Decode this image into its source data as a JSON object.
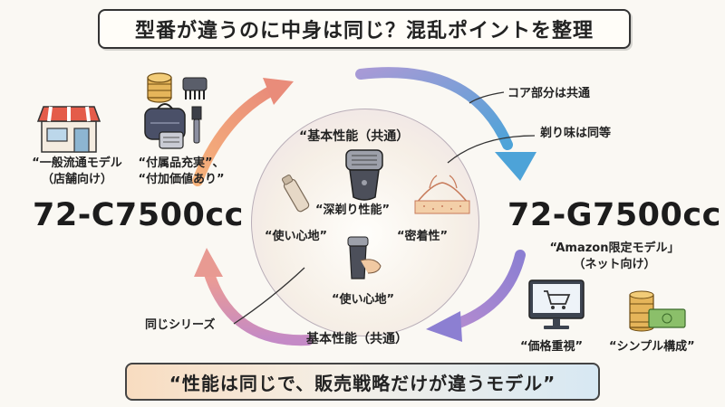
{
  "title": "型番が違うのに中身は同じ？混乱ポイントを整理",
  "bottom_message": "“性能は同じで、販売戦略だけが違うモデル”",
  "left": {
    "model": "72-C7500cc",
    "store_label_line1": "“一般流通モデル",
    "store_label_line2": "（店舗向け）",
    "accessory_label_line1": "“付属品充実”、",
    "accessory_label_line2": "“付加価値あり”"
  },
  "right": {
    "model": "72-G7500cc",
    "amazon_label_line1": "“Amazon限定モデル」",
    "amazon_label_line2": "（ネット向け）",
    "price_label": "“価格重視”",
    "simple_label": "“シンプル構成”"
  },
  "center": {
    "top_label": "“基本性能（共通）",
    "deep_shave_label": "“深剃り性能”",
    "ease_left_label": "“使い心地”",
    "contact_label": "“密着性”",
    "ease_bottom_label": "“使い心地”"
  },
  "annotations": {
    "core_common": "コア部分は共通",
    "shave_equal": "剃り味は同等",
    "same_series": "同じシリーズ",
    "basic_common": "基本性能（共通）"
  },
  "colors": {
    "arrow_orange": "#f0a070",
    "arrow_purple": "#9a8ed8",
    "arrow_blue": "#5aa6d6",
    "arrow_pink": "#d98cb0"
  },
  "icons": [
    "store-icon",
    "coins-icon",
    "trimmer-comb-icon",
    "pouch-icon",
    "cleaning-brush-icon",
    "shaver-head-icon",
    "shaver-icon",
    "handheld-shaver-icon",
    "skin-contact-icon",
    "shaver-side-icon",
    "monitor-cart-icon",
    "money-stack-icon"
  ]
}
